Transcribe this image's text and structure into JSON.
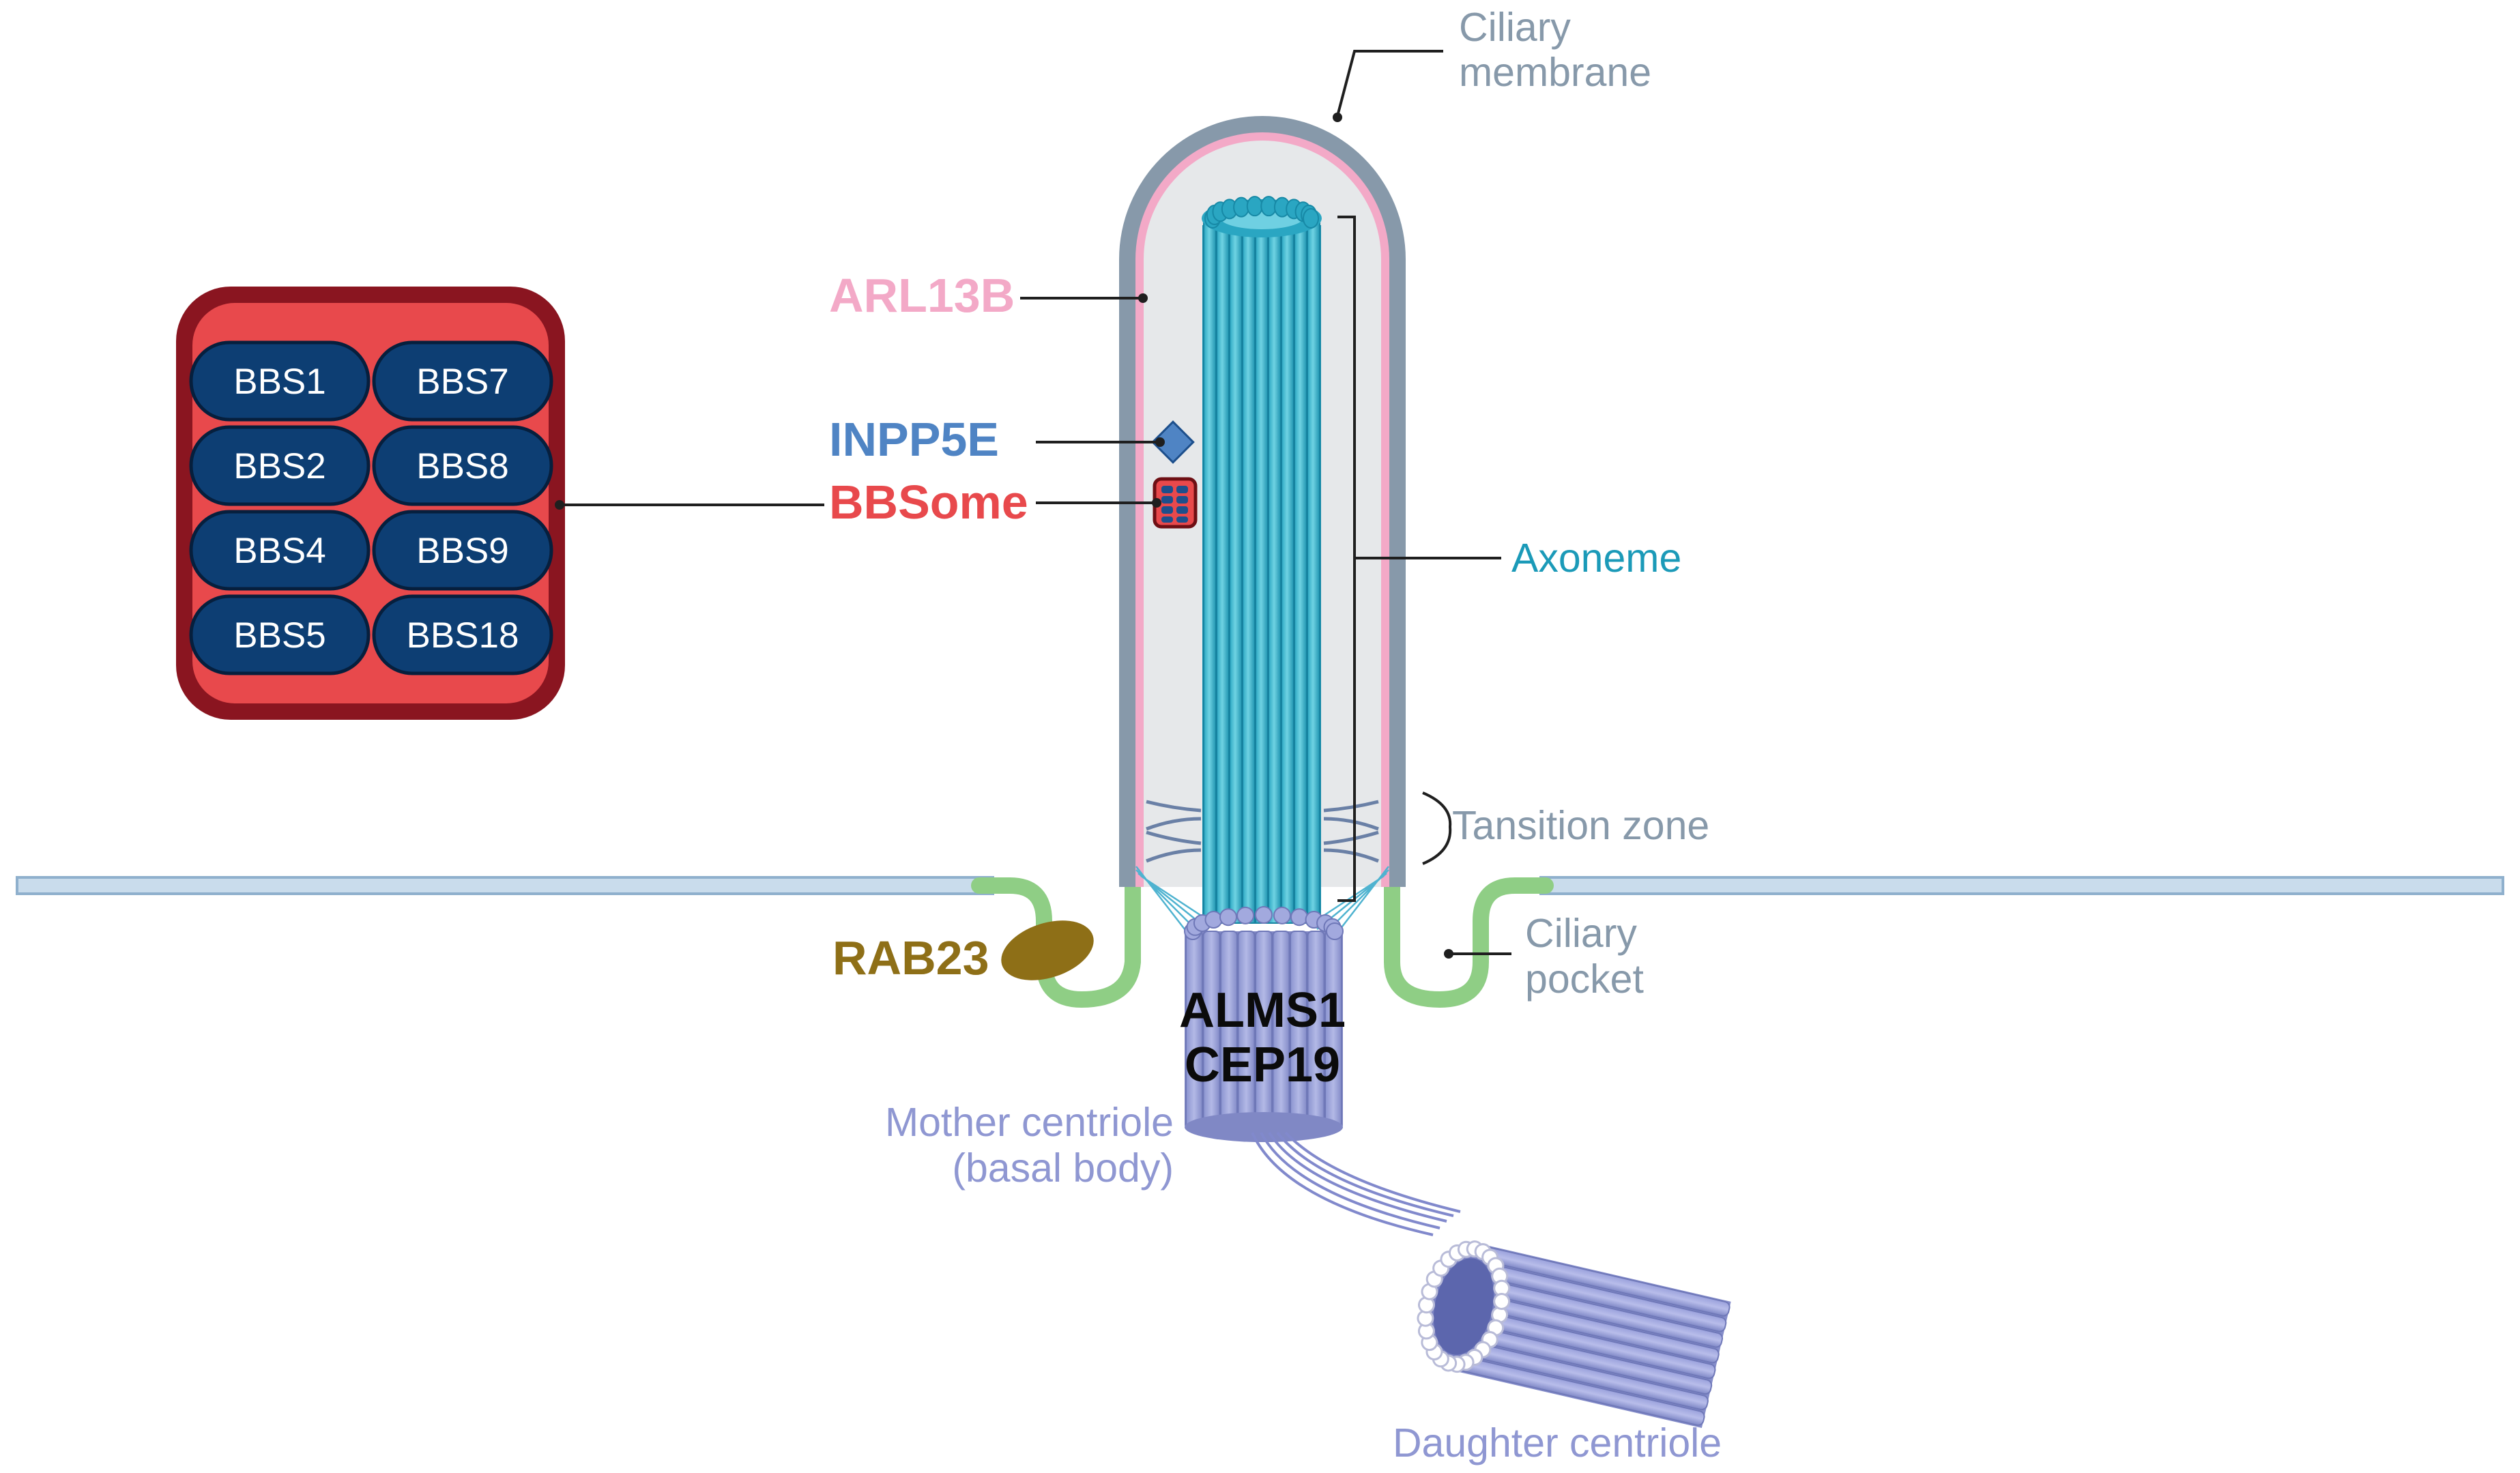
{
  "labels": {
    "ciliary_membrane": [
      "Ciliary",
      "membrane"
    ],
    "arl13b": "ARL13B",
    "inpp5e": "INPP5E",
    "bbsome": "BBSome",
    "axoneme": "Axoneme",
    "transition_zone": "Tansition zone",
    "ciliary_pocket": [
      "Ciliary",
      "pocket"
    ],
    "rab23": "RAB23",
    "alms1": "ALMS1",
    "cep19": "CEP19",
    "mother_centriole": [
      "Mother centriole",
      "(basal body)"
    ],
    "daughter_centriole": "Daughter centriole"
  },
  "bbsome_complex": {
    "subunits": [
      "BBS1",
      "BBS7",
      "BBS2",
      "BBS8",
      "BBS4",
      "BBS9",
      "BBS5",
      "BBS18"
    ]
  },
  "colors": {
    "arl13b": "#f3a9c7",
    "inpp5e": "#4f84c4",
    "bbsome": "#e8494c",
    "axoneme": "#1b9ab8",
    "membrane": "#8799aa",
    "pocket": "#8fce85",
    "rab23": "#8e6f17",
    "centriole": "#8f97d2",
    "bbs_subunit": "#0d3e73",
    "bbs_box_outer": "#8a1520"
  }
}
